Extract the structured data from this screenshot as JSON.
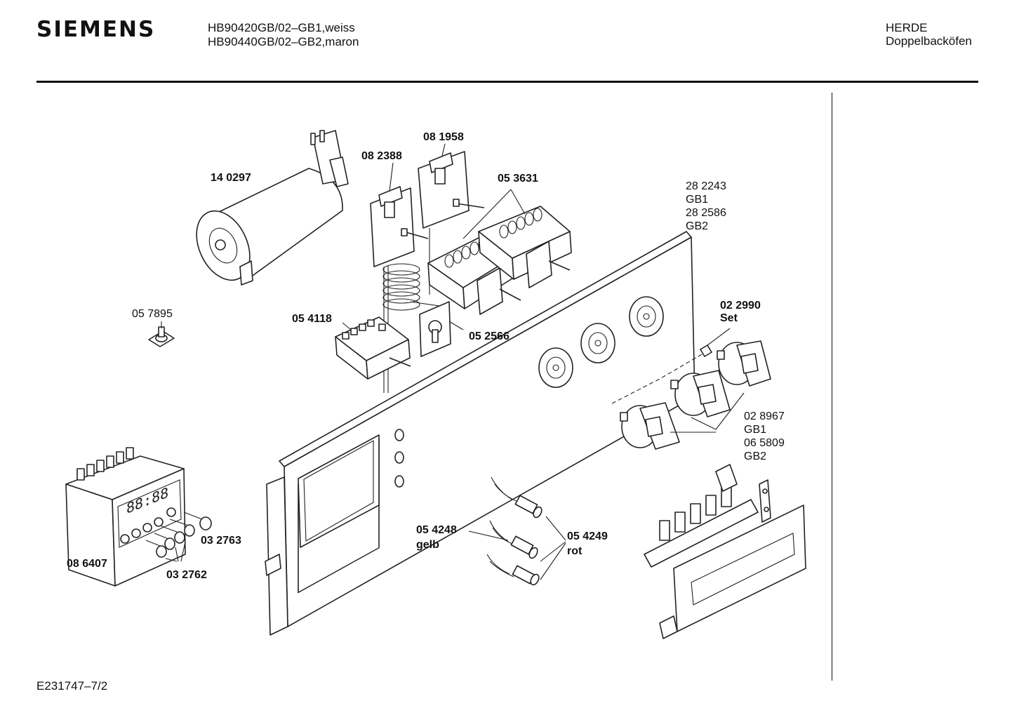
{
  "header": {
    "brand": "SIEMENS",
    "models": [
      "HB90420GB/02–GB1,weiss",
      "HB90440GB/02–GB2,maron"
    ],
    "category_lines": [
      "HERDE",
      "Doppelbacköfen"
    ]
  },
  "footer": {
    "document_id": "E231747–7/2"
  },
  "parts": {
    "p140297": "14 0297",
    "p082388": "08 2388",
    "p081958": "08 1958",
    "p053631": "05 3631",
    "p282243": "28 2243",
    "gb1_a": "GB1",
    "p282586": "28 2586",
    "gb2_a": "GB2",
    "p057895": "05 7895",
    "p054118": "05 4118",
    "p052566": "05 2566",
    "p022990": "02 2990",
    "set": "Set",
    "p028967": "02 8967",
    "gb1_b": "GB1",
    "p065809": "06 5809",
    "gb2_b": "GB2",
    "p054248": "05 4248",
    "gelb": "gelb",
    "p054249": "05 4249",
    "rot": "rot",
    "p032763": "03 2763",
    "p086407": "08 6407",
    "p032762": "03 2762"
  }
}
